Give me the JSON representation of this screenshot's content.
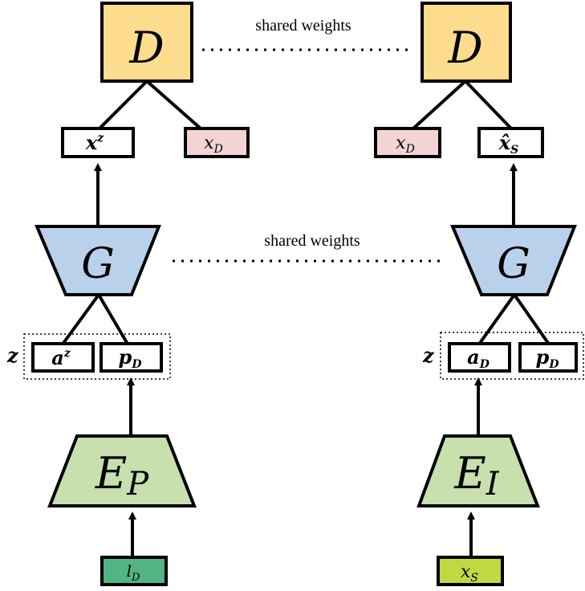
{
  "labels": {
    "shared_weights_top": "shared weights",
    "shared_weights_mid": "shared weights",
    "z_left": "z",
    "z_right": "z",
    "discriminator_left": "D",
    "discriminator_right": "D",
    "generator_left": "G",
    "generator_right": "G",
    "encoder_pose": "E",
    "encoder_pose_sub": "P",
    "encoder_identity": "E",
    "encoder_identity_sub": "I",
    "x_z": "x",
    "x_z_sup": "z",
    "x_d_left": "x",
    "x_d_left_sub": "D",
    "x_d_right": "x",
    "x_d_right_sub": "D",
    "x_hat_s": "x̂",
    "x_hat_s_sub": "S",
    "a_z": "a",
    "a_z_sup": "z",
    "p_d_left": "p",
    "p_d_left_sub": "D",
    "a_d": "a",
    "a_d_sub": "D",
    "p_d_right": "p",
    "p_d_right_sub": "D",
    "l_d": "l",
    "l_d_sub": "D",
    "x_s": "x",
    "x_s_sub": "S"
  },
  "colors": {
    "discriminator": "#fddc8e",
    "generator": "#bad1ec",
    "encoder": "#c7e0ad",
    "pink_box": "#f4d3d4",
    "green_input": "#52b482",
    "yellow_input": "#c2d843",
    "stroke": "#000000"
  }
}
